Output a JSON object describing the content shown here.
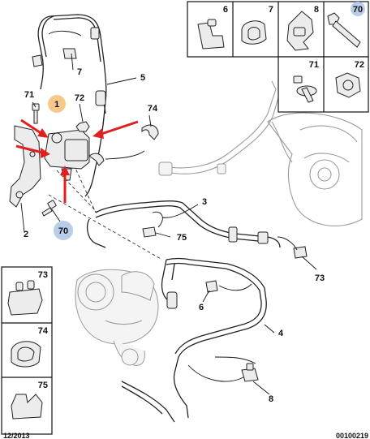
{
  "callouts": {
    "c1": "1",
    "c2": "2",
    "c3": "3",
    "c4": "4",
    "c5": "5",
    "c6": "6",
    "c7": "7",
    "c8": "8",
    "c70a": "70",
    "c71": "71",
    "c72": "72",
    "c73": "73",
    "c74": "74",
    "c75": "75"
  },
  "grid_top": {
    "r1": [
      "6",
      "7",
      "8",
      "70"
    ],
    "r2": [
      "71",
      "72"
    ]
  },
  "grid_left": [
    "73",
    "74",
    "75"
  ],
  "footer": {
    "date": "12/2013",
    "ref": "00100219"
  },
  "colors": {
    "highlight_fill": "#f6c98a",
    "reference_fill": "#b9cdea",
    "arrow": "#e02020"
  }
}
